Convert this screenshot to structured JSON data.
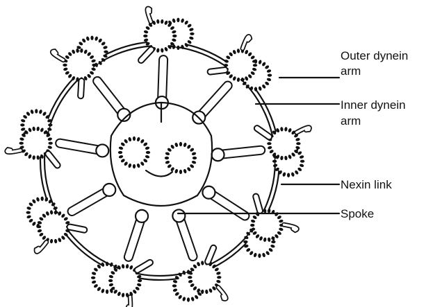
{
  "labels": {
    "outer_dynein_line1": "Outer dynein",
    "outer_dynein_line2": "arm",
    "inner_dynein_line1": "Inner dynein",
    "inner_dynein_line2": "arm",
    "nexin_link": "Nexin link",
    "spoke": "Spoke"
  },
  "colors": {
    "ink": "#111111",
    "background": "#ffffff"
  }
}
